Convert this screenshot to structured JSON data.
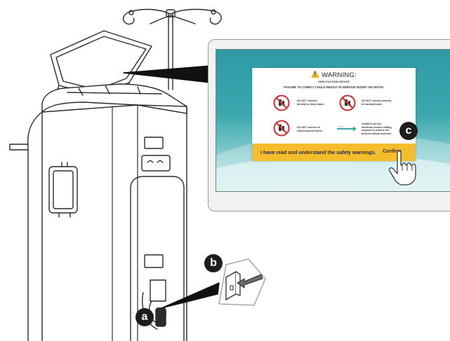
{
  "screen": {
    "warning_title": "WARNING:",
    "subtitle": "HIGH SUCTION DEVICE",
    "consequence": "FAILURE TO COMPLY COULD RESULT IN SERIOUS INJURY OR DEATH.",
    "rules": [
      {
        "line1": "DO NOT connect",
        "line2": "directly to chest tubes."
      },
      {
        "line1": "DO NOT connect directly",
        "line2": "to tracheal tubes."
      },
      {
        "line1": "DO NOT connect to",
        "line2": "closed wound drains."
      },
      {
        "line1": "ALWAYS use the",
        "line2": "minimum suction setting",
        "line3": "required to achieve the",
        "line4": "desired clinical outcome."
      }
    ],
    "acknowledge_text": "I have read and understand the safety warnings.",
    "confirm_label": "Confirm"
  },
  "callouts": {
    "a": "a",
    "b": "b",
    "c": "c"
  },
  "colors": {
    "screen_teal": "#3aa7ad",
    "warning_yellow": "#f5bd2e",
    "prohibit_red": "#d22b2b",
    "callout_dark": "#1d1d1d"
  }
}
